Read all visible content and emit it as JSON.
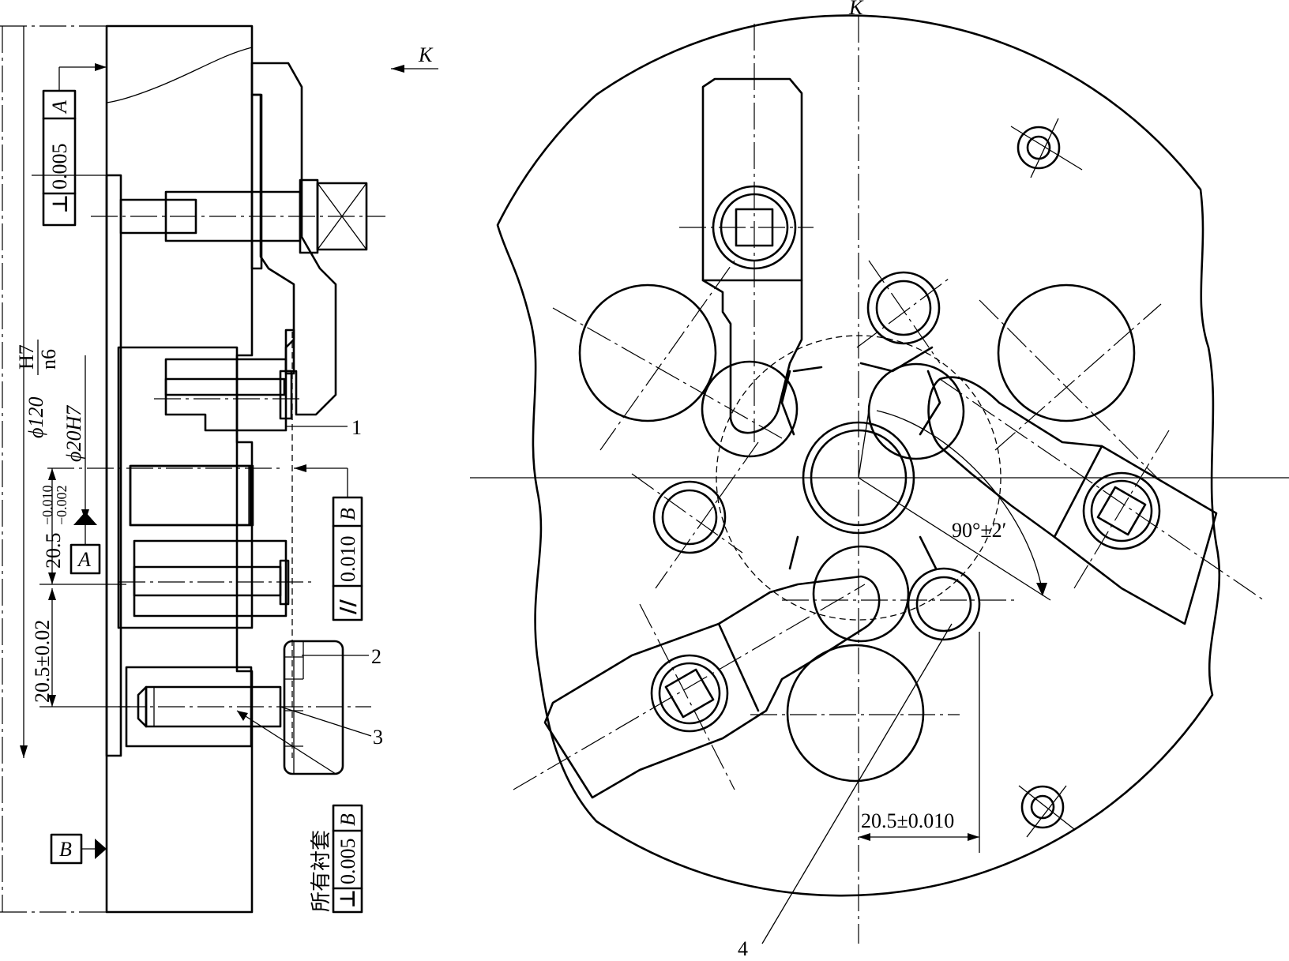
{
  "section_view": {
    "perp_tol": {
      "symbol": "⊥",
      "value": "0.005",
      "datum": "A"
    },
    "parallel_tol": {
      "symbol": "//",
      "value": "0.010",
      "datum": "B"
    },
    "bushing_tol": {
      "note": "所有衬套",
      "symbol": "⊥",
      "value": "0.005",
      "datum": "B"
    },
    "datum_a": "A",
    "datum_b": "B",
    "view_arrow": "K",
    "dim_bore": "ϕ120",
    "fit_upper": "H7",
    "fit_lower": "n6",
    "dim_pin": "ϕ20H7",
    "dim_offset_nominal": "20.5",
    "dim_offset_upper": "−0.010",
    "dim_offset_lower": "−0.002",
    "dim_offset_2": "20.5±0.02",
    "callouts": [
      "1",
      "2",
      "3"
    ]
  },
  "plan_view": {
    "view_label": "K",
    "angle_dim": "90°±2′",
    "dim_bottom": "20.5±0.010",
    "callout": "4"
  }
}
